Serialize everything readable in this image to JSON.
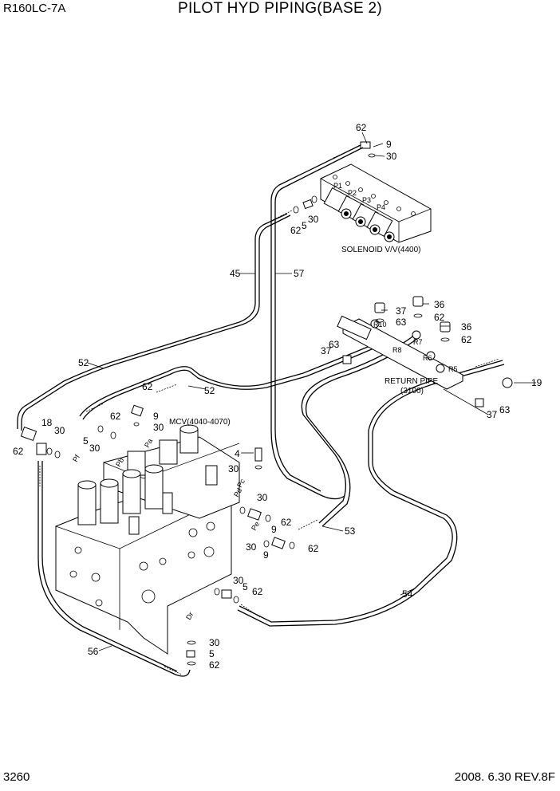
{
  "header": {
    "model": "R160LC-7A",
    "title": "PILOT HYD PIPING(BASE 2)"
  },
  "footer": {
    "page": "3260",
    "revision": "2008. 6.30  REV.8F"
  },
  "assemblies": {
    "solenoid": "SOLENOID V/V(4400)",
    "mcv": "MCV(4040-4070)",
    "return_pipe_1": "RETURN PIPE",
    "return_pipe_2": "(3100)"
  },
  "callouts": {
    "c62_top": "62",
    "c9_top": "9",
    "c30_top": "30",
    "c62_sol": "62",
    "c5_sol": "5",
    "c30_sol": "30",
    "c45": "45",
    "c57": "57",
    "c37_a": "37",
    "c63_a": "63",
    "c37_b": "37",
    "c63_b": "63",
    "c36_a": "36",
    "c62_r1": "62",
    "c36_b": "36",
    "c62_r2": "62",
    "c19": "19",
    "c37_c": "37",
    "c63_c": "63",
    "c52_a": "52",
    "c52_b": "52",
    "c62_mid": "62",
    "c18": "18",
    "c30_l": "30",
    "c62_l": "62",
    "c62_m2": "62",
    "c5_m": "5",
    "c30_m": "30",
    "c9_m": "9",
    "c30_m2": "30",
    "c4": "4",
    "c30_4": "30",
    "c30_r1": "30",
    "c62_r3": "62",
    "c9_r1": "9",
    "c53": "53",
    "c30_r2": "30",
    "c9_r2": "9",
    "c62_r4": "62",
    "c30_b1": "30",
    "c5_b1": "5",
    "c62_b1": "62",
    "c54": "54",
    "c56": "56",
    "c30_bot": "30",
    "c5_bot": "5",
    "c62_bot": "62"
  },
  "port_marks": {
    "p1": "P1",
    "p2": "P2",
    "p3": "P3",
    "p4": "P4",
    "r10": "R10",
    "r8": "R8",
    "r6": "R6",
    "r7": "R7",
    "r5": "R5",
    "pb": "Pb",
    "pa": "Pa",
    "pd": "Pd",
    "pc": "Pc",
    "pe": "Pe",
    "pf": "Pf",
    "dr": "Dr"
  }
}
